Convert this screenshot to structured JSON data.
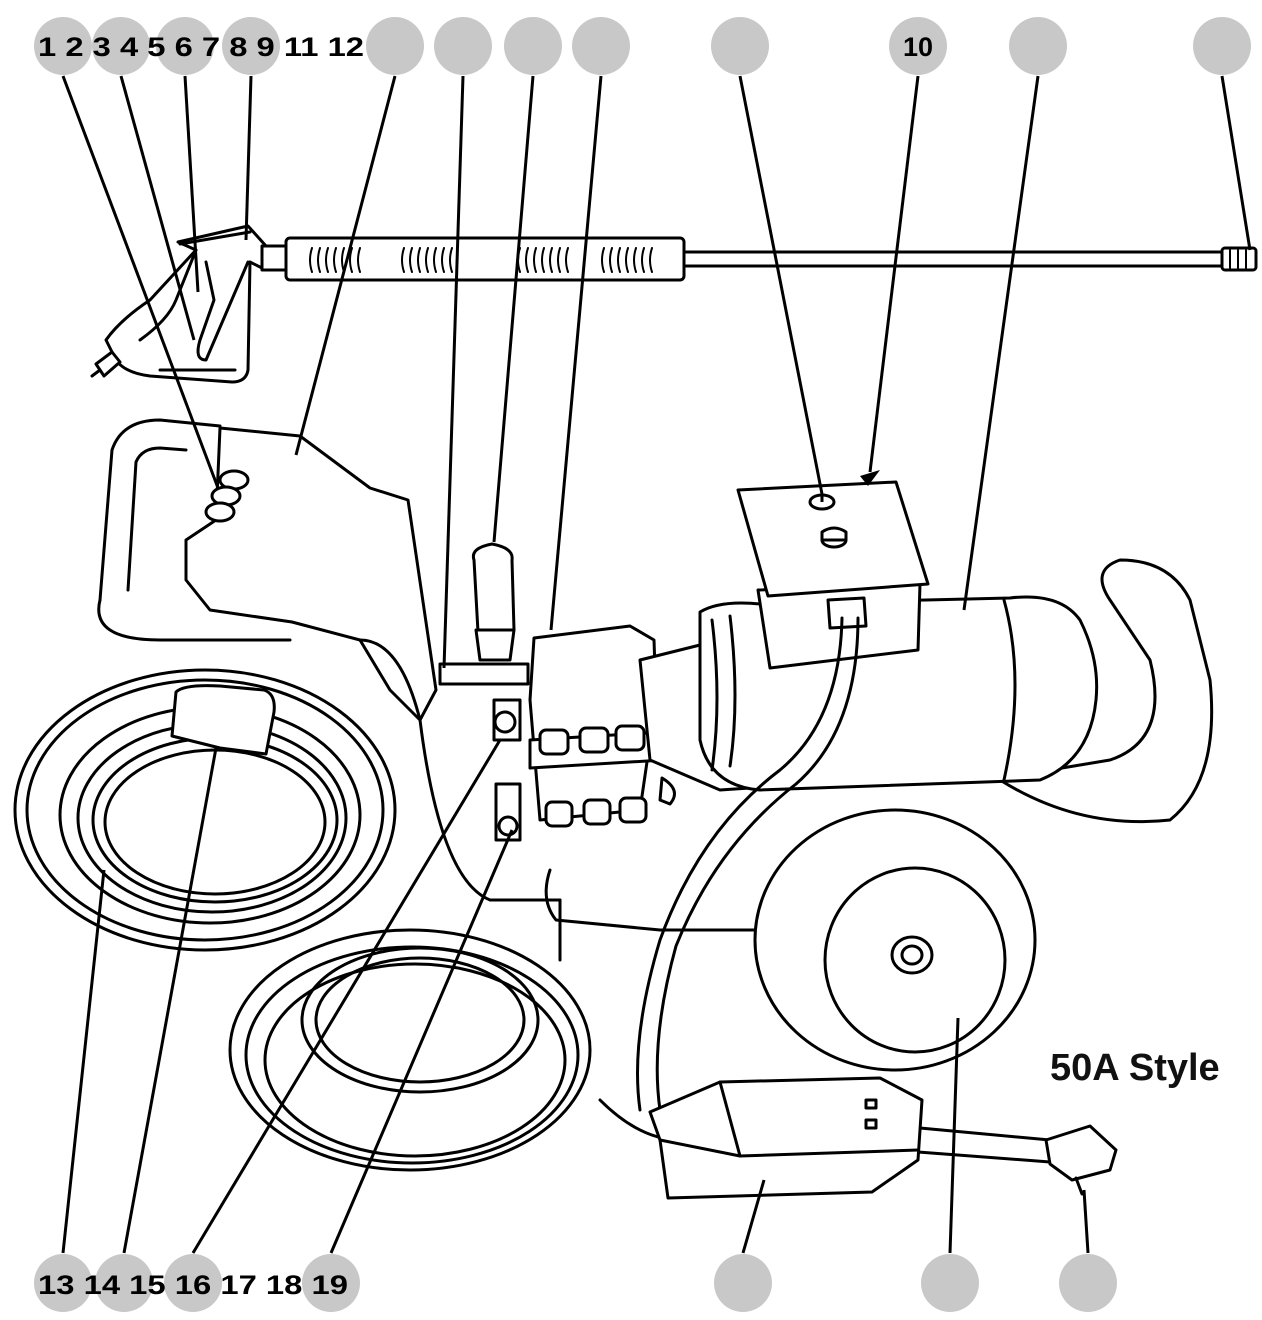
{
  "diagram": {
    "style_label": "50A Style",
    "accent_color": "#c8c8c8",
    "top_numbers": "1 2 3 4 5 6 7 8 9 11 12",
    "bottom_numbers": "13 14 15 16 17 18 19",
    "top_right_number": "10"
  }
}
